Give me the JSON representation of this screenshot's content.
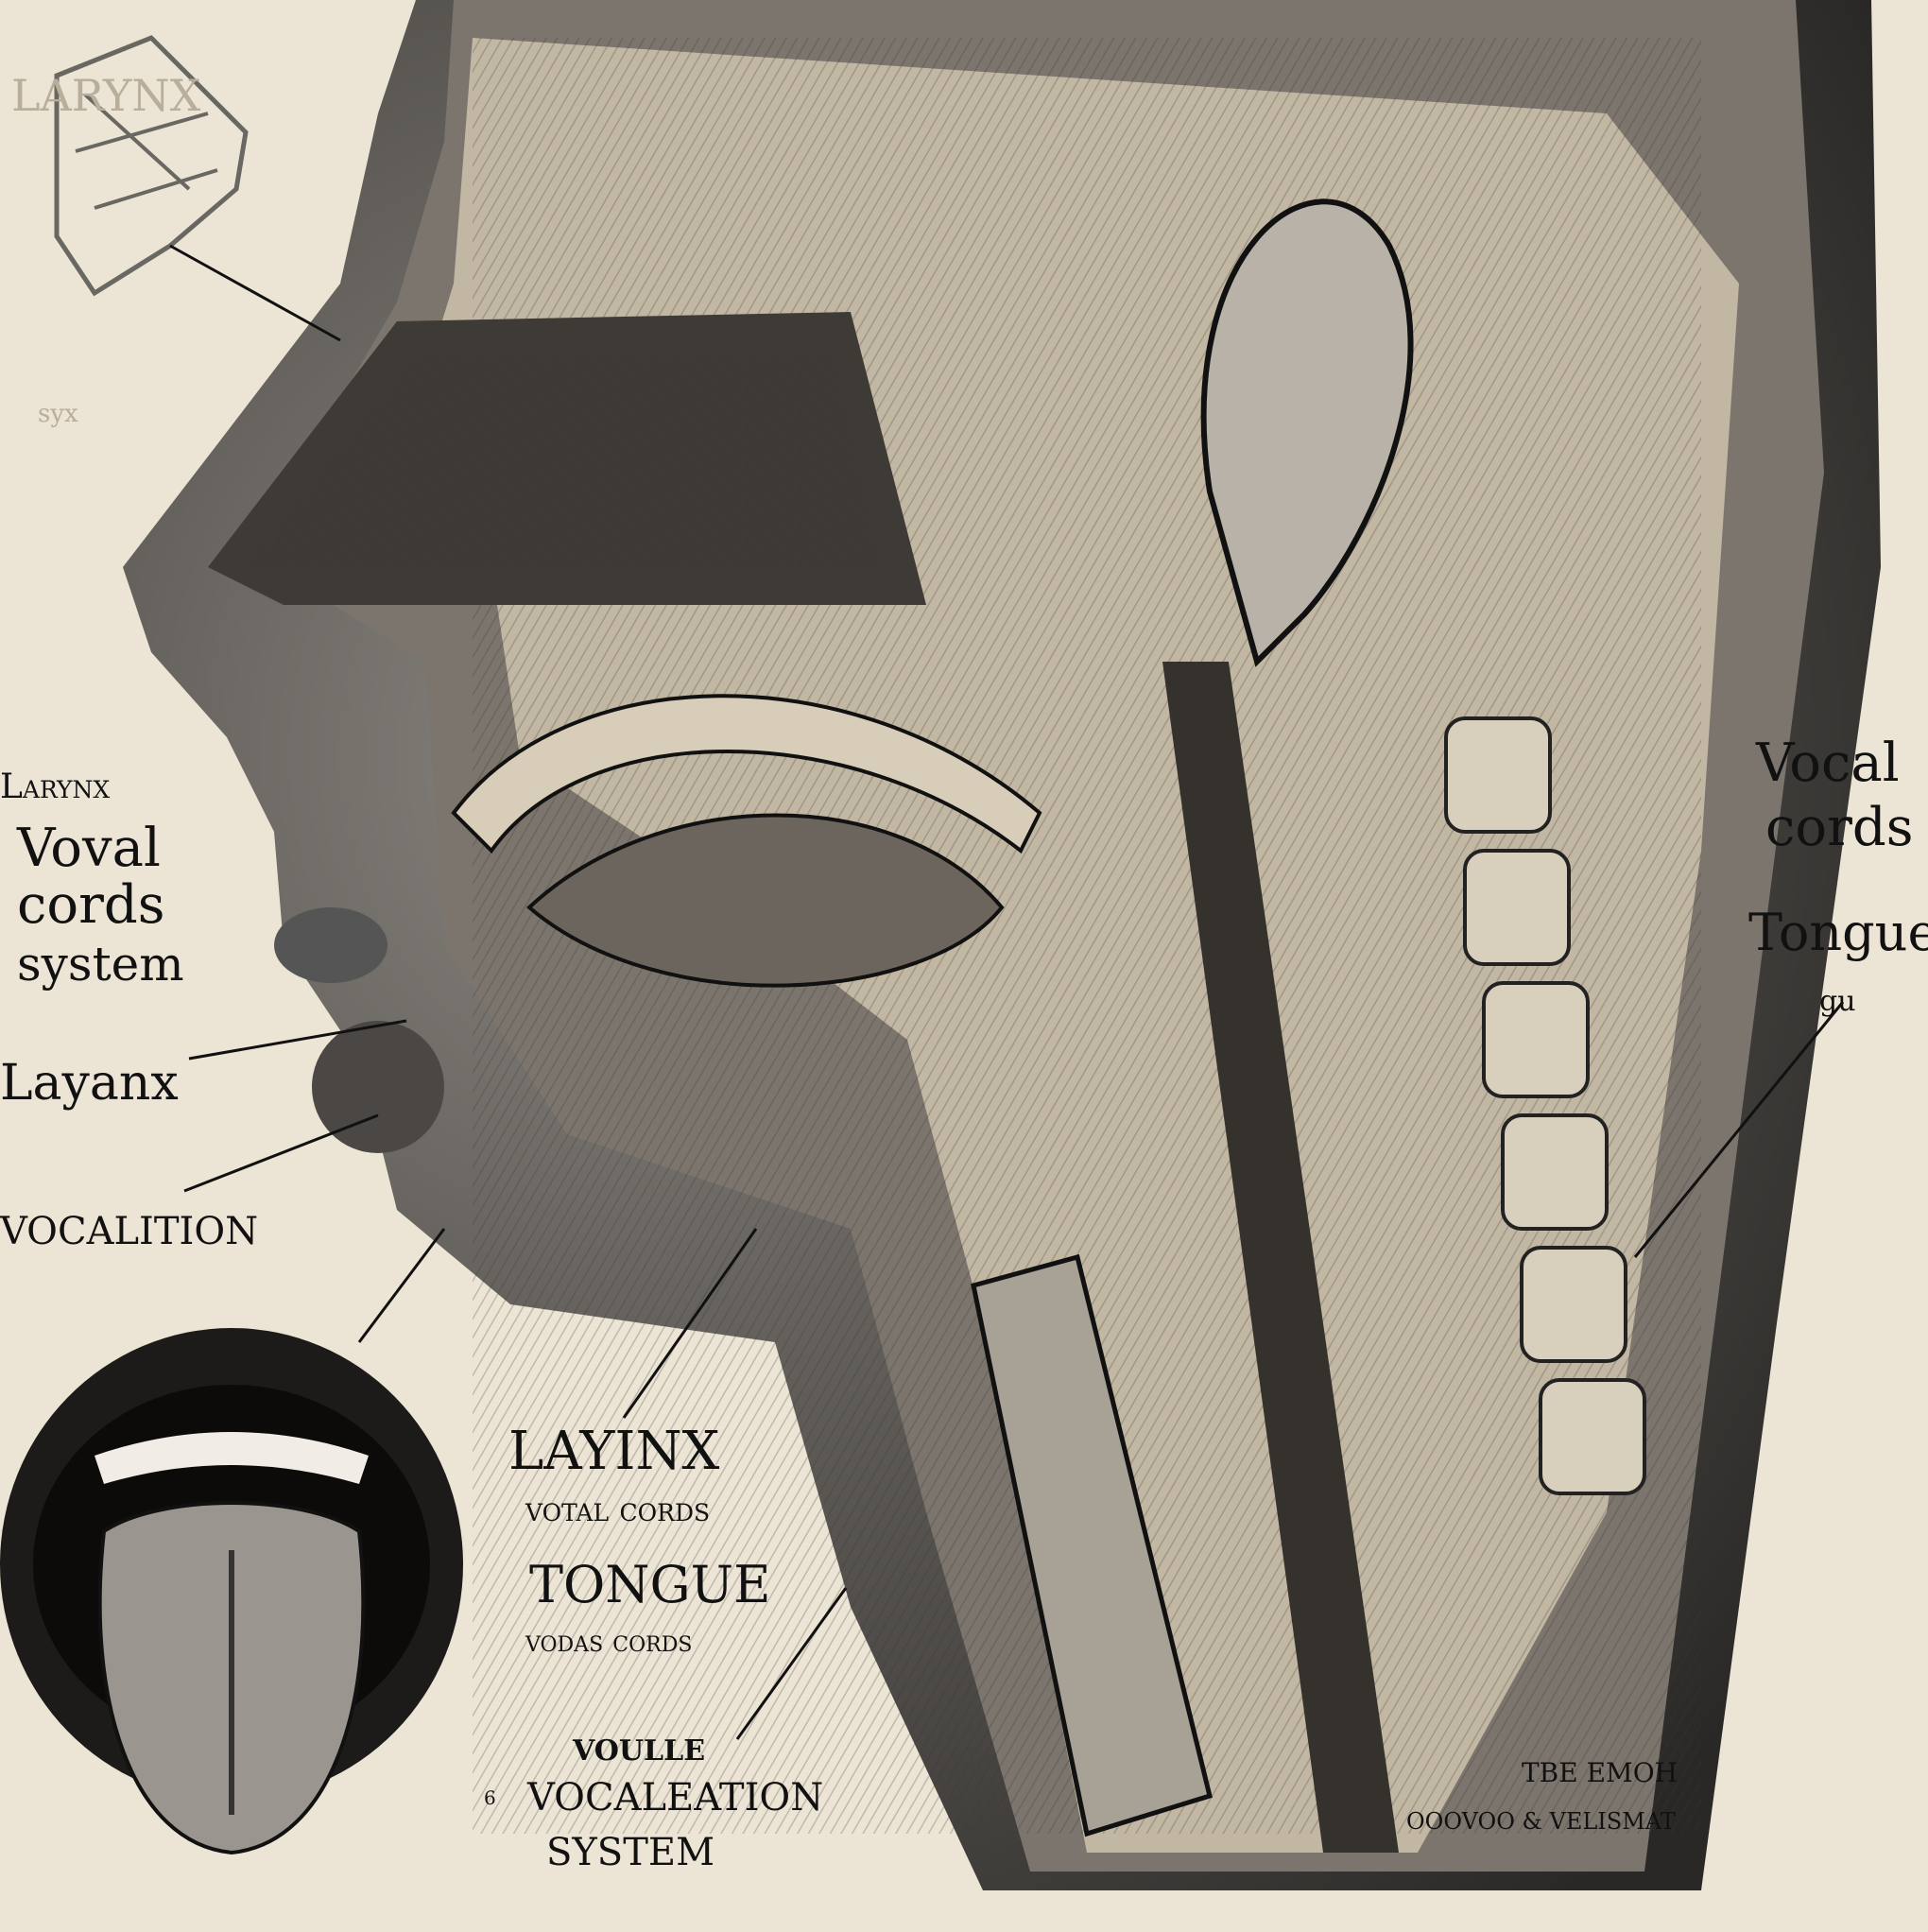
{
  "illustration": {
    "faint_labels": {
      "top_left": "LARYNX",
      "top_left_small": "syx"
    },
    "left_labels": {
      "larynx_small": "Larynx",
      "voval": "Voval",
      "cords": "cords",
      "system": "system",
      "layanx": "Layanx",
      "vocalition": "VOCALITION"
    },
    "right_labels": {
      "vocal": "Vocal",
      "cords": "cords",
      "tongue": "Tongue",
      "gu": "gu"
    },
    "center_labels": {
      "layinx": "LAYINX",
      "votal_cords": "votal cords",
      "tongue": "TONGUE",
      "vodas_cords": "vodas cords",
      "voulle": "VOULLE",
      "bullet": "6",
      "vocaleation": "VOCALEATION",
      "system": "SYSTEM"
    },
    "bottom_right_labels": {
      "line1": "TBE EMOH",
      "line2": "OOOVOO & VELISMAT"
    },
    "colors": {
      "paper": "#ece4d4",
      "ink": "#141414",
      "tissue": "#cfc3ad"
    }
  }
}
